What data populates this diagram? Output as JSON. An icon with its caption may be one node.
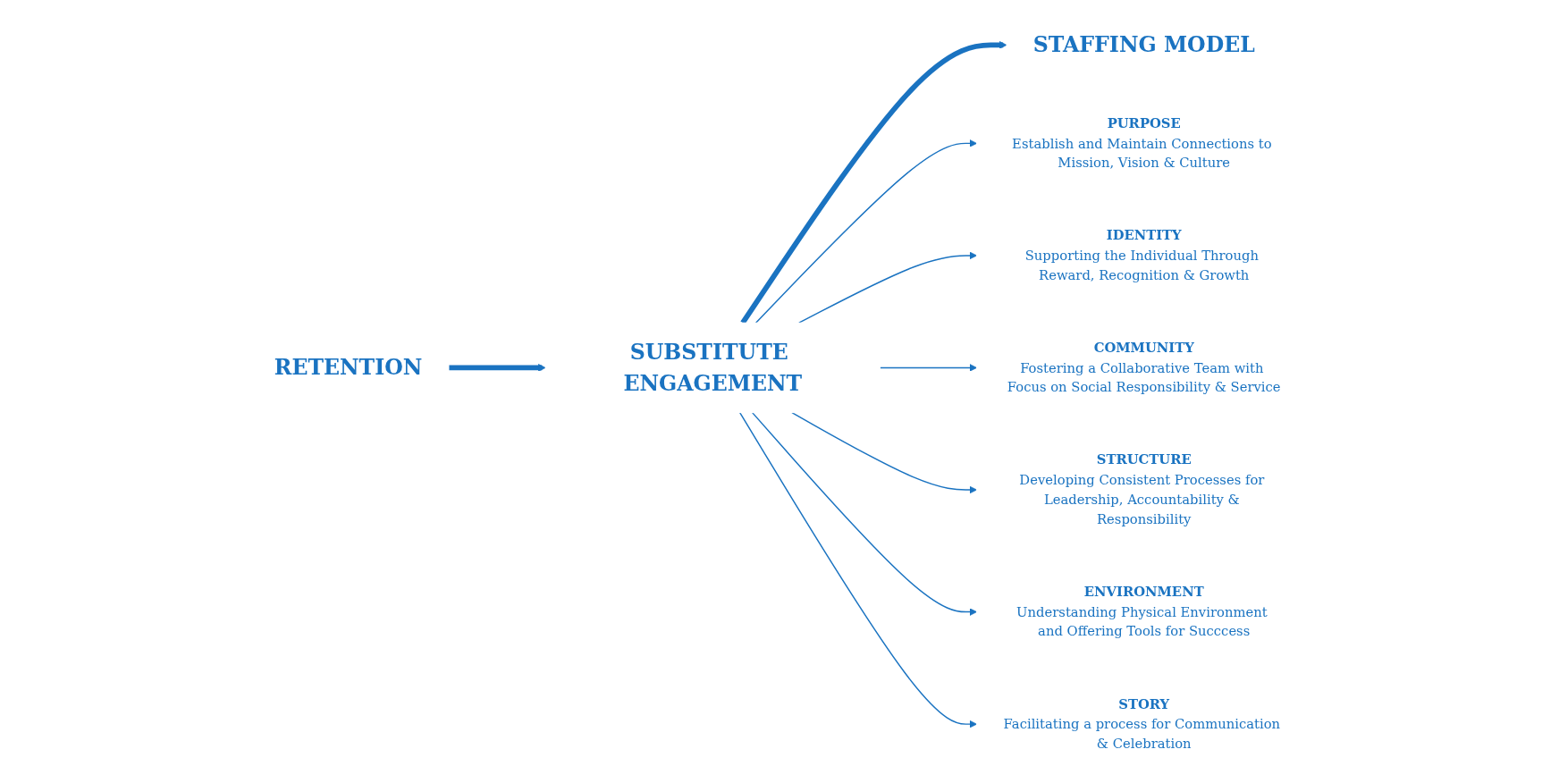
{
  "diagram": {
    "nodes": [
      {
        "text": [
          "RETENTION"
        ]
      },
      {
        "text": [
          "SUBSTITUTE ENGAGEMENT"
        ]
      },
      {
        "text": [
          "STAFFING MODEL"
        ]
      },
      {
        "text": [
          "PURPOSE",
          "Establish and Maintain Connections to Mission, Vision & Culture"
        ]
      },
      {
        "text": [
          "IDENTITY",
          "Supporting the Individual Through Reward, Recognition & Growth"
        ]
      },
      {
        "text": [
          "COMMUNITY",
          "Fostering a Collaborative Team with Focus on Social Responsibility & Service"
        ]
      },
      {
        "text": [
          "STRUCTURE",
          "Developing Consistent Processes for Leadership, Accountability & Responsibility"
        ]
      },
      {
        "text": [
          "ENVIRONMENT",
          "Understanding Physical Environment and Offering Tools for Succcess"
        ]
      },
      {
        "text": [
          "STORY",
          "Facilitating a process for Communication & Celebration"
        ]
      }
    ],
    "edges": [
      {
        "from": 0,
        "to": 1,
        "arrow": "to",
        "style": "thick"
      },
      {
        "from": 1,
        "to": 2,
        "arrow": "to",
        "style": "thick"
      },
      {
        "from": 1,
        "to": 3,
        "arrow": "to"
      },
      {
        "from": 1,
        "to": 4,
        "arrow": "to"
      },
      {
        "from": 1,
        "to": 5,
        "arrow": "to"
      },
      {
        "from": 1,
        "to": 6,
        "arrow": "to"
      },
      {
        "from": 1,
        "to": 7,
        "arrow": "to"
      },
      {
        "from": 1,
        "to": 8,
        "arrow": "to"
      }
    ]
  }
}
